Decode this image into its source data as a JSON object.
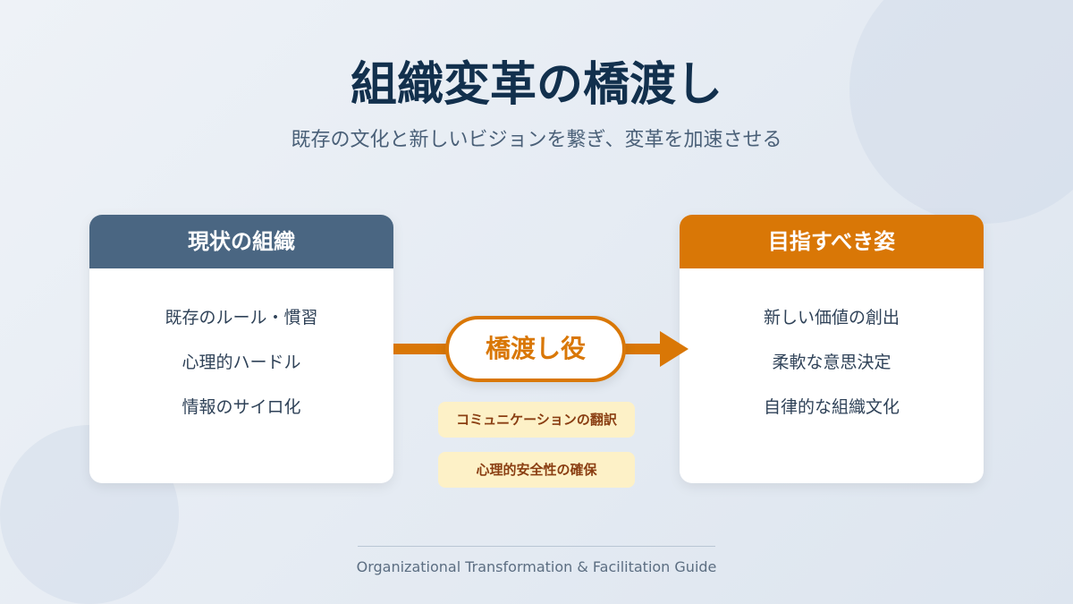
{
  "title": "組織変革の橋渡し",
  "subtitle": "既存の文化と新しいビジョンを繋ぎ、変革を加速させる",
  "current": {
    "header": "現状の組織",
    "items": [
      "既存のルール・慣習",
      "心理的ハードル",
      "情報のサイロ化"
    ]
  },
  "target": {
    "header": "目指すべき姿",
    "items": [
      "新しい価値の創出",
      "柔軟な意思決定",
      "自律的な組織文化"
    ]
  },
  "bridge": {
    "label": "橋渡し役",
    "roles": [
      "コミュニケーションの翻訳",
      "心理的安全性の確保"
    ]
  },
  "footer": "Organizational Transformation & Facilitation Guide",
  "colors": {
    "accent": "#d97706",
    "slate": "#4a6682",
    "title": "#12304d"
  }
}
